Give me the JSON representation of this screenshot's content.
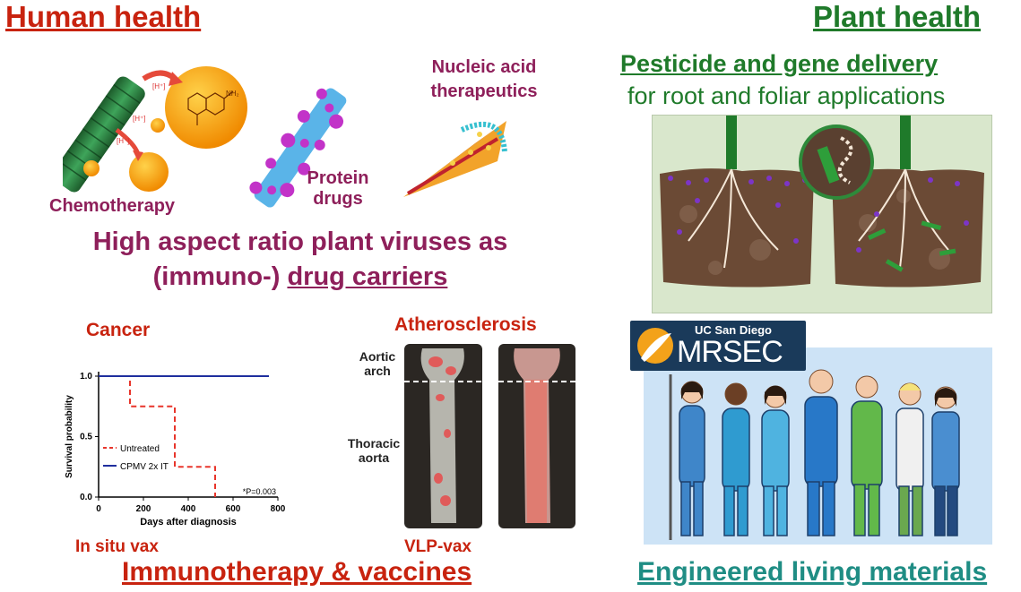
{
  "left": {
    "title": "Human health",
    "drug_labels": {
      "chemotherapy": "Chemotherapy",
      "protein_drugs_1": "Protein",
      "protein_drugs_2": "drugs",
      "nucleic_1": "Nucleic acid",
      "nucleic_2": "therapeutics",
      "proton": "[H⁺]",
      "nh2": "NH₂"
    },
    "headline_line1": "High aspect ratio plant viruses as",
    "headline_line2_prefix": "(immuno-) ",
    "headline_line2_underlined": "drug carriers",
    "cancer_label": "Cancer",
    "in_situ_label": "In situ vax",
    "athero_label": "Atherosclerosis",
    "vlp_label": "VLP-vax",
    "aortic_arch_1": "Aortic",
    "aortic_arch_2": "arch",
    "thoracic_1": "Thoracic",
    "thoracic_2": "aorta",
    "bottom_title": "Immunotherapy & vaccines"
  },
  "right": {
    "title": "Plant health",
    "subtitle_underlined": "Pesticide and gene delivery",
    "subtitle_line2": "for root and foliar applications",
    "logo_top": "UC San Diego",
    "logo_main": "MRSEC",
    "bottom_title": "Engineered living materials"
  },
  "chart_data": {
    "type": "line",
    "xlabel": "Days after diagnosis",
    "ylabel": "Survival probability",
    "xlim": [
      0,
      800
    ],
    "ylim": [
      0,
      1.0
    ],
    "xticks": [
      "0",
      "200",
      "400",
      "600",
      "800"
    ],
    "yticks": [
      "0.0",
      "0.5",
      "1.0"
    ],
    "annotation": "*P=0.003",
    "series": [
      {
        "name": "Untreated",
        "color": "#e8352b",
        "style": "dashed",
        "x": [
          0,
          140,
          140,
          340,
          340,
          520,
          520
        ],
        "y": [
          1.0,
          1.0,
          0.75,
          0.75,
          0.25,
          0.25,
          0.0
        ]
      },
      {
        "name": "CPMV 2x IT",
        "color": "#1f2f9e",
        "style": "solid",
        "x": [
          0,
          760
        ],
        "y": [
          1.0,
          1.0
        ]
      }
    ]
  },
  "colors": {
    "red_title": "#c8230f",
    "green_title": "#1f7a2a",
    "purple_text": "#8e1f5a",
    "teal_title": "#1f8d84"
  }
}
